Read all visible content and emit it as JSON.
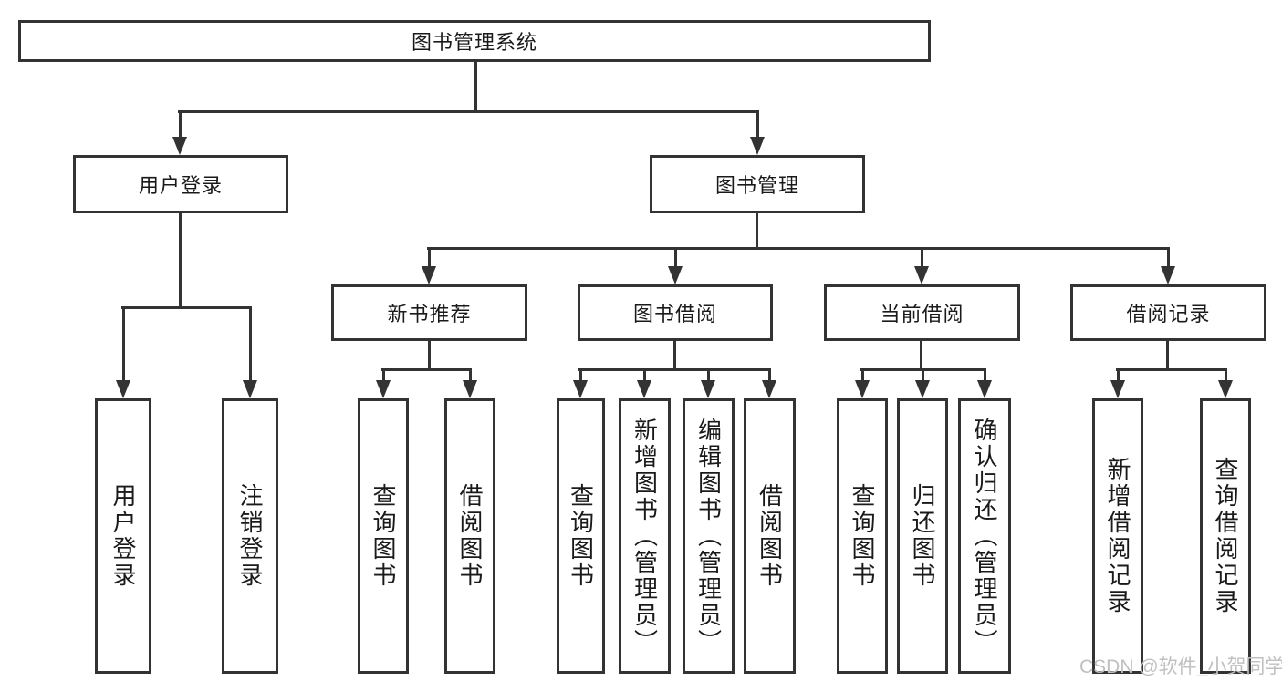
{
  "diagram": {
    "tree": {
      "label": "图书管理系统",
      "children": [
        {
          "label": "用户登录",
          "children": [
            {
              "label": "用户登录"
            },
            {
              "label": "注销登录"
            }
          ]
        },
        {
          "label": "图书管理",
          "children": [
            {
              "label": "新书推荐",
              "children": [
                {
                  "label": "查询图书"
                },
                {
                  "label": "借阅图书"
                }
              ]
            },
            {
              "label": "图书借阅",
              "children": [
                {
                  "label": "查询图书"
                },
                {
                  "label": "新增图书（管理员）"
                },
                {
                  "label": "编辑图书（管理员）"
                },
                {
                  "label": "借阅图书"
                }
              ]
            },
            {
              "label": "当前借阅",
              "children": [
                {
                  "label": "查询图书"
                },
                {
                  "label": "归还图书"
                },
                {
                  "label": "确认归还（管理员）"
                }
              ]
            },
            {
              "label": "借阅记录",
              "children": [
                {
                  "label": "新增借阅记录"
                },
                {
                  "label": "查询借阅记录"
                }
              ]
            }
          ]
        }
      ]
    },
    "colors": {
      "line": "#333333",
      "text": "#1a1a1a",
      "watermark": "#c0c0c0",
      "background": "#ffffff"
    }
  },
  "watermark": {
    "text": "CSDN @软件_小贺同学"
  }
}
